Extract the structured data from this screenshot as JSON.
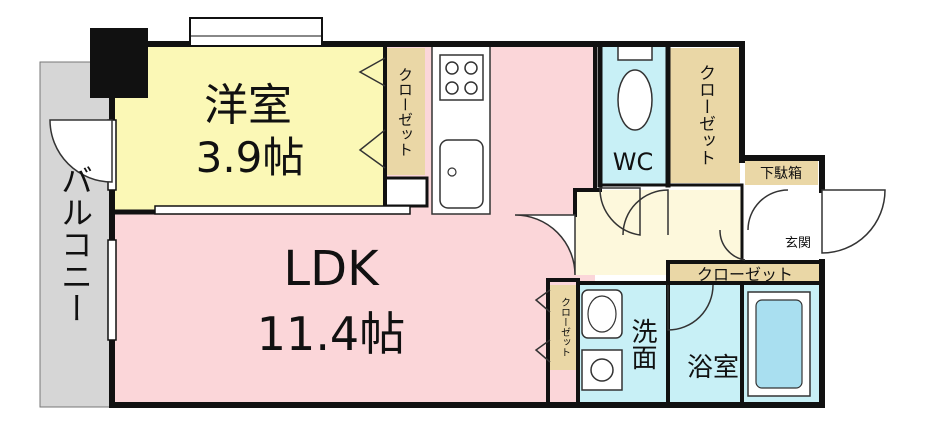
{
  "floor_plan": {
    "rooms": {
      "western_room": {
        "name": "洋室",
        "size": "3.9帖",
        "color": "#fbf8b6"
      },
      "ldk": {
        "name": "LDK",
        "size": "11.4帖",
        "color": "#fbd6d9"
      },
      "balcony": {
        "name": "バルコニー",
        "color": "#d6d6d6"
      },
      "wc": {
        "name": "WC",
        "color": "#c8f0f6"
      },
      "washroom": {
        "name": "洗面",
        "color": "#c8f0f6"
      },
      "bathroom": {
        "name": "浴室",
        "color": "#c8f0f6"
      },
      "entrance": {
        "name": "玄関"
      },
      "hall": {
        "color": "#fdf8dc"
      }
    },
    "storage": {
      "closet_western": "クローゼット",
      "closet_wc": "クローゼット",
      "closet_hall": "クローゼット",
      "closet_ldk": "クローゼット",
      "shoe_box": "下駄箱",
      "closet_color": "#ead7a6"
    },
    "colors": {
      "wall": "#111111",
      "bath_tub": "#a9dff0"
    }
  }
}
